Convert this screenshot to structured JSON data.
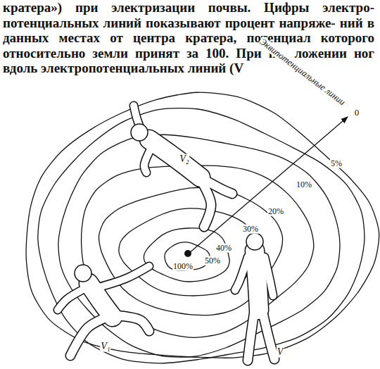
{
  "diagram": {
    "caption": "кратера») при электризации почвы. Цифры электро- потенциальных линий показывают процент напряже- ний в данных местах от центра кратера, потенциал которого относительно земли принят за 100. При по- ложении ног вдоль электропотенциальных линий (V",
    "labels": [
      "Эквипотенциальные линии",
      "0",
      "5%",
      "10%",
      "20%",
      "30%",
      "40%",
      "50%",
      "100%",
      "V₂",
      "V₁",
      "V"
    ]
  }
}
